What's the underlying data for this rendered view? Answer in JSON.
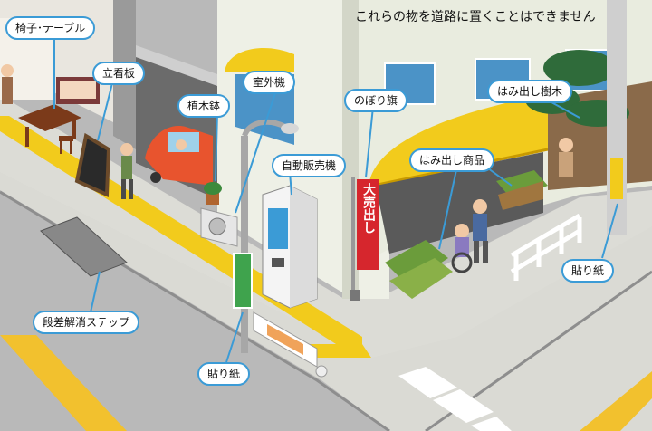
{
  "headline": "これらの物を道路に置くことはできません",
  "labels": {
    "chairs_table": "椅子･テーブル",
    "standing_sign": "立看板",
    "planter": "植木鉢",
    "ac_unit": "室外機",
    "vending_machine": "自動販売機",
    "banner_flag": "のぼり旗",
    "protruding_tree": "はみ出し樹木",
    "protruding_goods": "はみ出し商品",
    "step_ramp": "段差解消ステップ",
    "poster_left": "貼り紙",
    "poster_right": "貼り紙"
  },
  "flag_text": "大売出し",
  "colors": {
    "label_border": "#3b9bd6",
    "road": "#b8b8b8",
    "sidewalk": "#d8d8d2",
    "tactile": "#f2cb1c",
    "awning": "#f2cb1c",
    "car": "#e8542e",
    "flag": "#d6262d"
  }
}
